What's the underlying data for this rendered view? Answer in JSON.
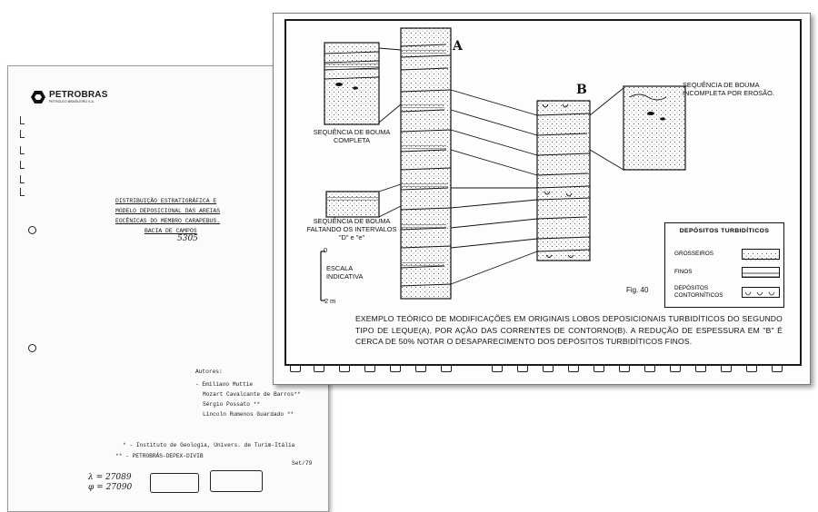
{
  "cover": {
    "brand": "PETROBRAS",
    "brand_sub": "PETRÓLEO BRASILEIRO S.A.",
    "title_lines": [
      "DISTRIBUIÇÃO ESTRATIGRÁFICA E",
      "MODELO DEPOSICIONAL DAS AREIAS",
      "EOCÊNICAS DO MEMBRO CARAPEBUS.",
      "BACIA DE CAMPOS"
    ],
    "handwritten_number": "5305",
    "authors_label": "Autores:",
    "authors": [
      "- Emiliano Muttie",
      "Mozart Cavalcante de Barros**",
      "Sérgio Possato **",
      "Lincoln Rumenos Guardado **"
    ],
    "affiliations": [
      "* - Instituto de Geologia, Univers. de Turim-Itália",
      "** - PETROBRÁS-DEPEX-DIVIB"
    ],
    "date": "Set/79",
    "hand_notes": [
      "λ = 27089",
      "φ = 27090"
    ]
  },
  "figure": {
    "label_a": "A",
    "label_b": "B",
    "bouma_complete": [
      "SEQUÊNCIA DE BOUMA",
      "COMPLETA"
    ],
    "bouma_missing": [
      "SEQUÊNCIA DE BOUMA",
      "FALTANDO OS INTERVALOS",
      "\"D\" e \"e\""
    ],
    "bouma_eroded": [
      "SEQUÊNCIA DE BOUMA",
      "INCOMPLETA POR EROSÃO."
    ],
    "scale_top": "0",
    "scale_label": [
      "ESCALA",
      "INDICATIVA"
    ],
    "scale_bottom": "2 m",
    "fig_no": "Fig. 40",
    "legend": {
      "title": "DEPÓSITOS TURBIDÍTICOS",
      "items": [
        "GROSSEIROS",
        "FINOS",
        "DEPÓSITOS CONTORNÍTICOS"
      ]
    },
    "caption": "EXEMPLO TEÓRICO DE MODIFICAÇÕES EM ORIGINAIS LOBOS DEPOSICIONAIS TURBIDÍTICOS DO SEGUNDO TIPO DE LEQUE(A), POR AÇÃO DAS CORRENTES DE CONTORNO(B). A REDUÇÃO DE ESPESSURA EM \"B\" É CERCA DE 50% NOTAR O DESAPARECIMENTO DOS DEPÓSITOS TURBIDÍTICOS FINOS."
  }
}
